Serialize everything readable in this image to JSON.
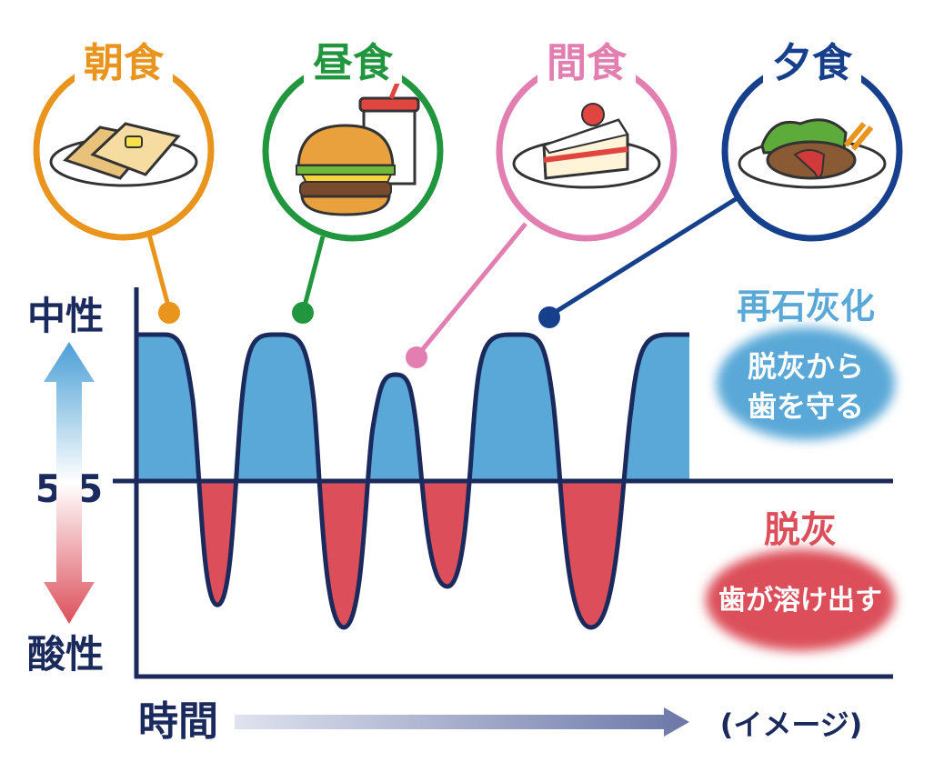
{
  "meals": [
    {
      "label": "朝食",
      "color": "#e8941d",
      "icon": "toast-icon"
    },
    {
      "label": "昼食",
      "color": "#22963f",
      "icon": "burger-icon"
    },
    {
      "label": "間食",
      "color": "#e27fb0",
      "icon": "cake-icon"
    },
    {
      "label": "夕食",
      "color": "#163f8c",
      "icon": "hamburg-steak-icon"
    }
  ],
  "axis": {
    "neutral_label": "中性",
    "acidic_label": "酸性",
    "threshold_label": "5.5",
    "time_label": "時間",
    "image_note": "(イメージ)"
  },
  "remineralization": {
    "title": "再石灰化",
    "line1": "脱灰から",
    "line2": "歯を守る",
    "color": "#5aa8d8"
  },
  "demineralization": {
    "title": "脱灰",
    "line1": "歯が溶け出す",
    "color": "#dc4f5a"
  },
  "colors": {
    "axis": "#1b2a5c",
    "upper_fill": "#5aa8d8",
    "lower_fill": "#dc4f5a"
  }
}
